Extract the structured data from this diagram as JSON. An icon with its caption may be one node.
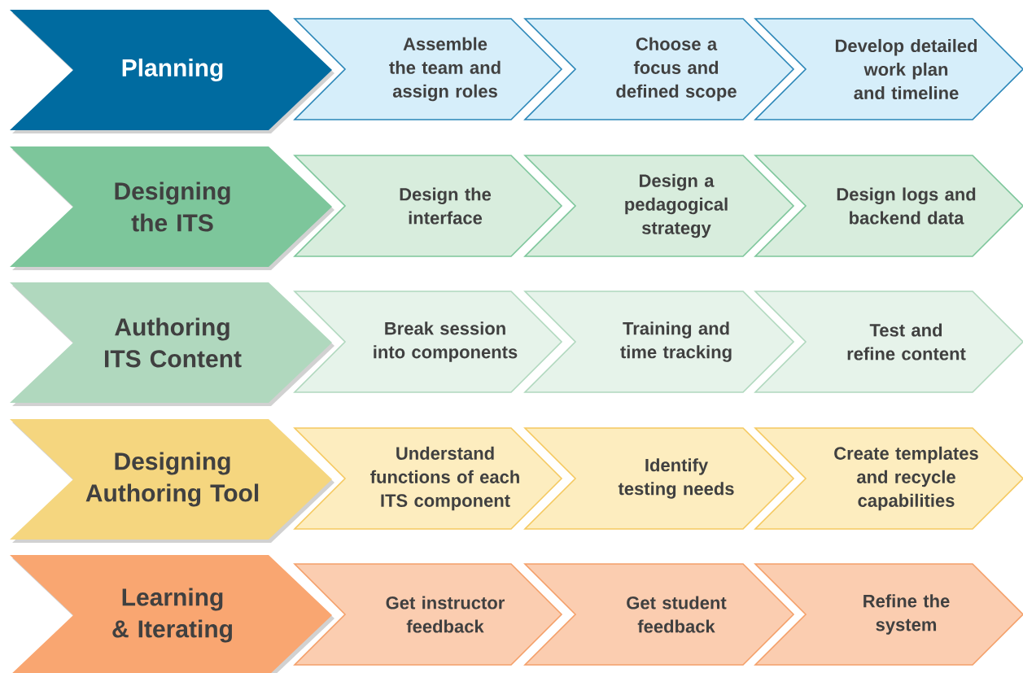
{
  "diagram": {
    "nodes": [
      {
        "text": [
          "Planning"
        ]
      },
      {
        "text": [
          "Assemble the team and assign roles"
        ]
      },
      {
        "text": [
          "Choose a focus and defined scope"
        ]
      },
      {
        "text": [
          "Develop detailed work plan and timeline"
        ]
      },
      {
        "text": [
          "Designing the ITS"
        ]
      },
      {
        "text": [
          "Design the interface"
        ]
      },
      {
        "text": [
          "Design a pedagogical strategy"
        ]
      },
      {
        "text": [
          "Design logs and backend data"
        ]
      },
      {
        "text": [
          "Authoring ITS Content"
        ]
      },
      {
        "text": [
          "Break session into components"
        ]
      },
      {
        "text": [
          "Training and time tracking"
        ]
      },
      {
        "text": [
          "Test and refine content"
        ]
      },
      {
        "text": [
          "Designing Authoring Tool"
        ]
      },
      {
        "text": [
          "Understand functions of each ITS component"
        ]
      },
      {
        "text": [
          "Identify testing needs"
        ]
      },
      {
        "text": [
          "Create templates and recycle capabilities"
        ]
      },
      {
        "text": [
          "Learning & Iterating"
        ]
      },
      {
        "text": [
          "Get instructor feedback"
        ]
      },
      {
        "text": [
          "Get student feedback"
        ]
      },
      {
        "text": [
          "Refine the system"
        ]
      }
    ]
  }
}
